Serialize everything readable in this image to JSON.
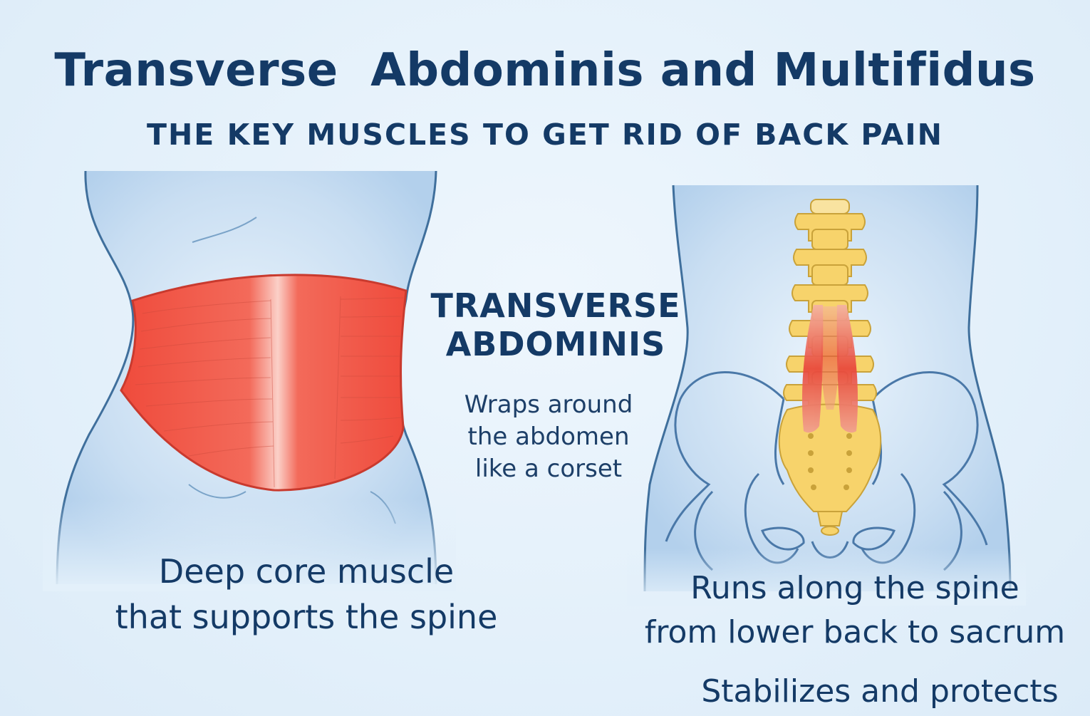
{
  "title": "Transverse  Abdominis and Multifidus",
  "subtitle": "THE KEY MUSCLES TO GET RID OF BACK PAIN",
  "transverse_label": {
    "heading_line1": "TRANSVERSE",
    "heading_line2": "ABDOMINIS",
    "desc_line1": "Wraps around",
    "desc_line2": "the abdomen",
    "desc_line3": "like a corset"
  },
  "left_caption": {
    "line1": "Deep core muscle",
    "line2": "that supports the spine"
  },
  "right_caption": {
    "line1": "Runs along the spine",
    "line2": "from lower back to sacrum",
    "line3": "Stabilizes and protects"
  },
  "colors": {
    "heading": "#143a66",
    "muscle": "#f0503f",
    "bone": "#f7d36b",
    "body_outline": "#3f6f9c"
  }
}
